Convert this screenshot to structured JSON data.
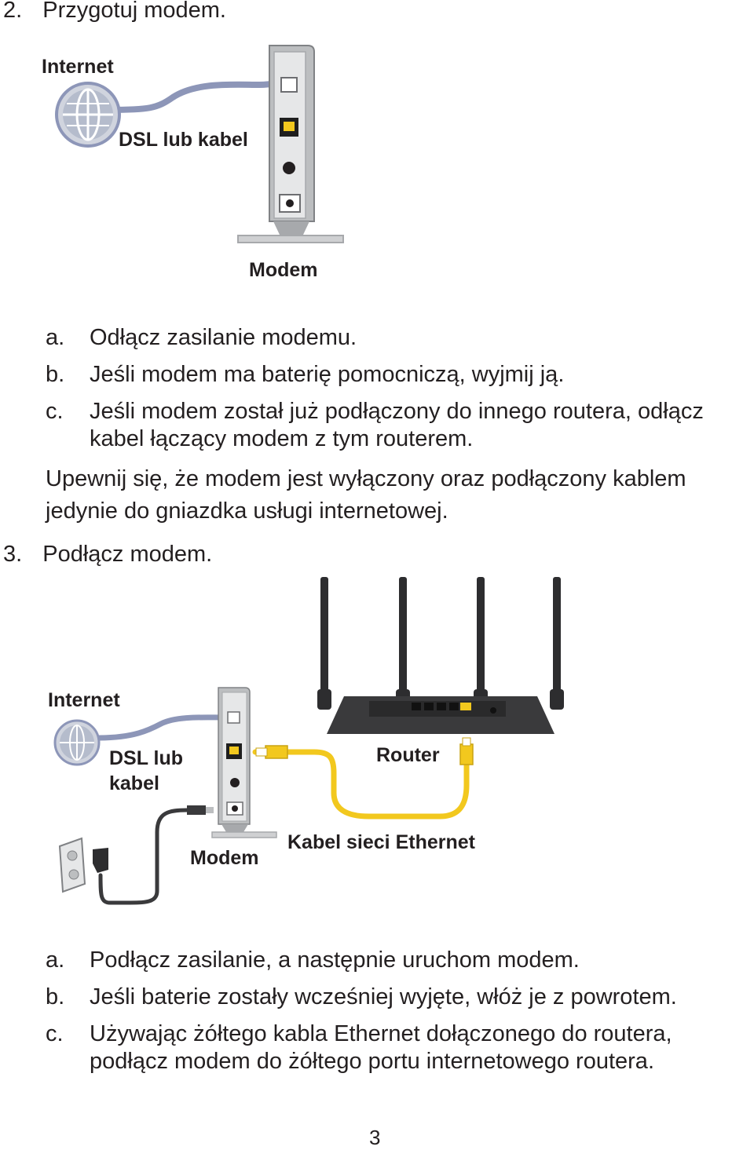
{
  "step2": {
    "number": "2.",
    "title": "Przygotuj modem."
  },
  "diagram1": {
    "internet_label": "Internet",
    "cable_label": "DSL lub kabel",
    "modem_label": "Modem"
  },
  "step2_items": [
    {
      "letter": "a.",
      "text": "Odłącz zasilanie modemu."
    },
    {
      "letter": "b.",
      "text": "Jeśli modem ma baterię pomocniczą, wyjmij ją."
    },
    {
      "letter": "c.",
      "text_line1": "Jeśli modem został już podłączony do innego routera, odłącz",
      "text_line2": "kabel łączący modem z tym routerem."
    }
  ],
  "step2_note": {
    "line1": "Upewnij się, że modem jest wyłączony oraz podłączony kablem",
    "line2": "jedynie do gniazdka usługi internetowej."
  },
  "step3": {
    "number": "3.",
    "title": "Podłącz modem."
  },
  "diagram2": {
    "internet_label": "Internet",
    "cable_label_line1": "DSL lub",
    "cable_label_line2": "kabel",
    "router_label": "Router",
    "modem_label": "Modem",
    "ethernet_label": "Kabel sieci Ethernet"
  },
  "step3_items": [
    {
      "letter": "a.",
      "text": "Podłącz zasilanie, a następnie uruchom modem."
    },
    {
      "letter": "b.",
      "text": "Jeśli baterie zostały wcześniej wyjęte, włóż je z powrotem."
    },
    {
      "letter": "c.",
      "text_line1": "Używając żółtego kabla Ethernet dołączonego do routera,",
      "text_line2": "podłącz modem do żółtego portu internetowego routera."
    }
  ],
  "page_number": "3",
  "colors": {
    "cable_blue": "#8d96b8",
    "ethernet_yellow": "#f2c81e",
    "router_dark": "#3a3a3c",
    "modem_gray": "#d7d7d9",
    "text": "#231f20"
  }
}
